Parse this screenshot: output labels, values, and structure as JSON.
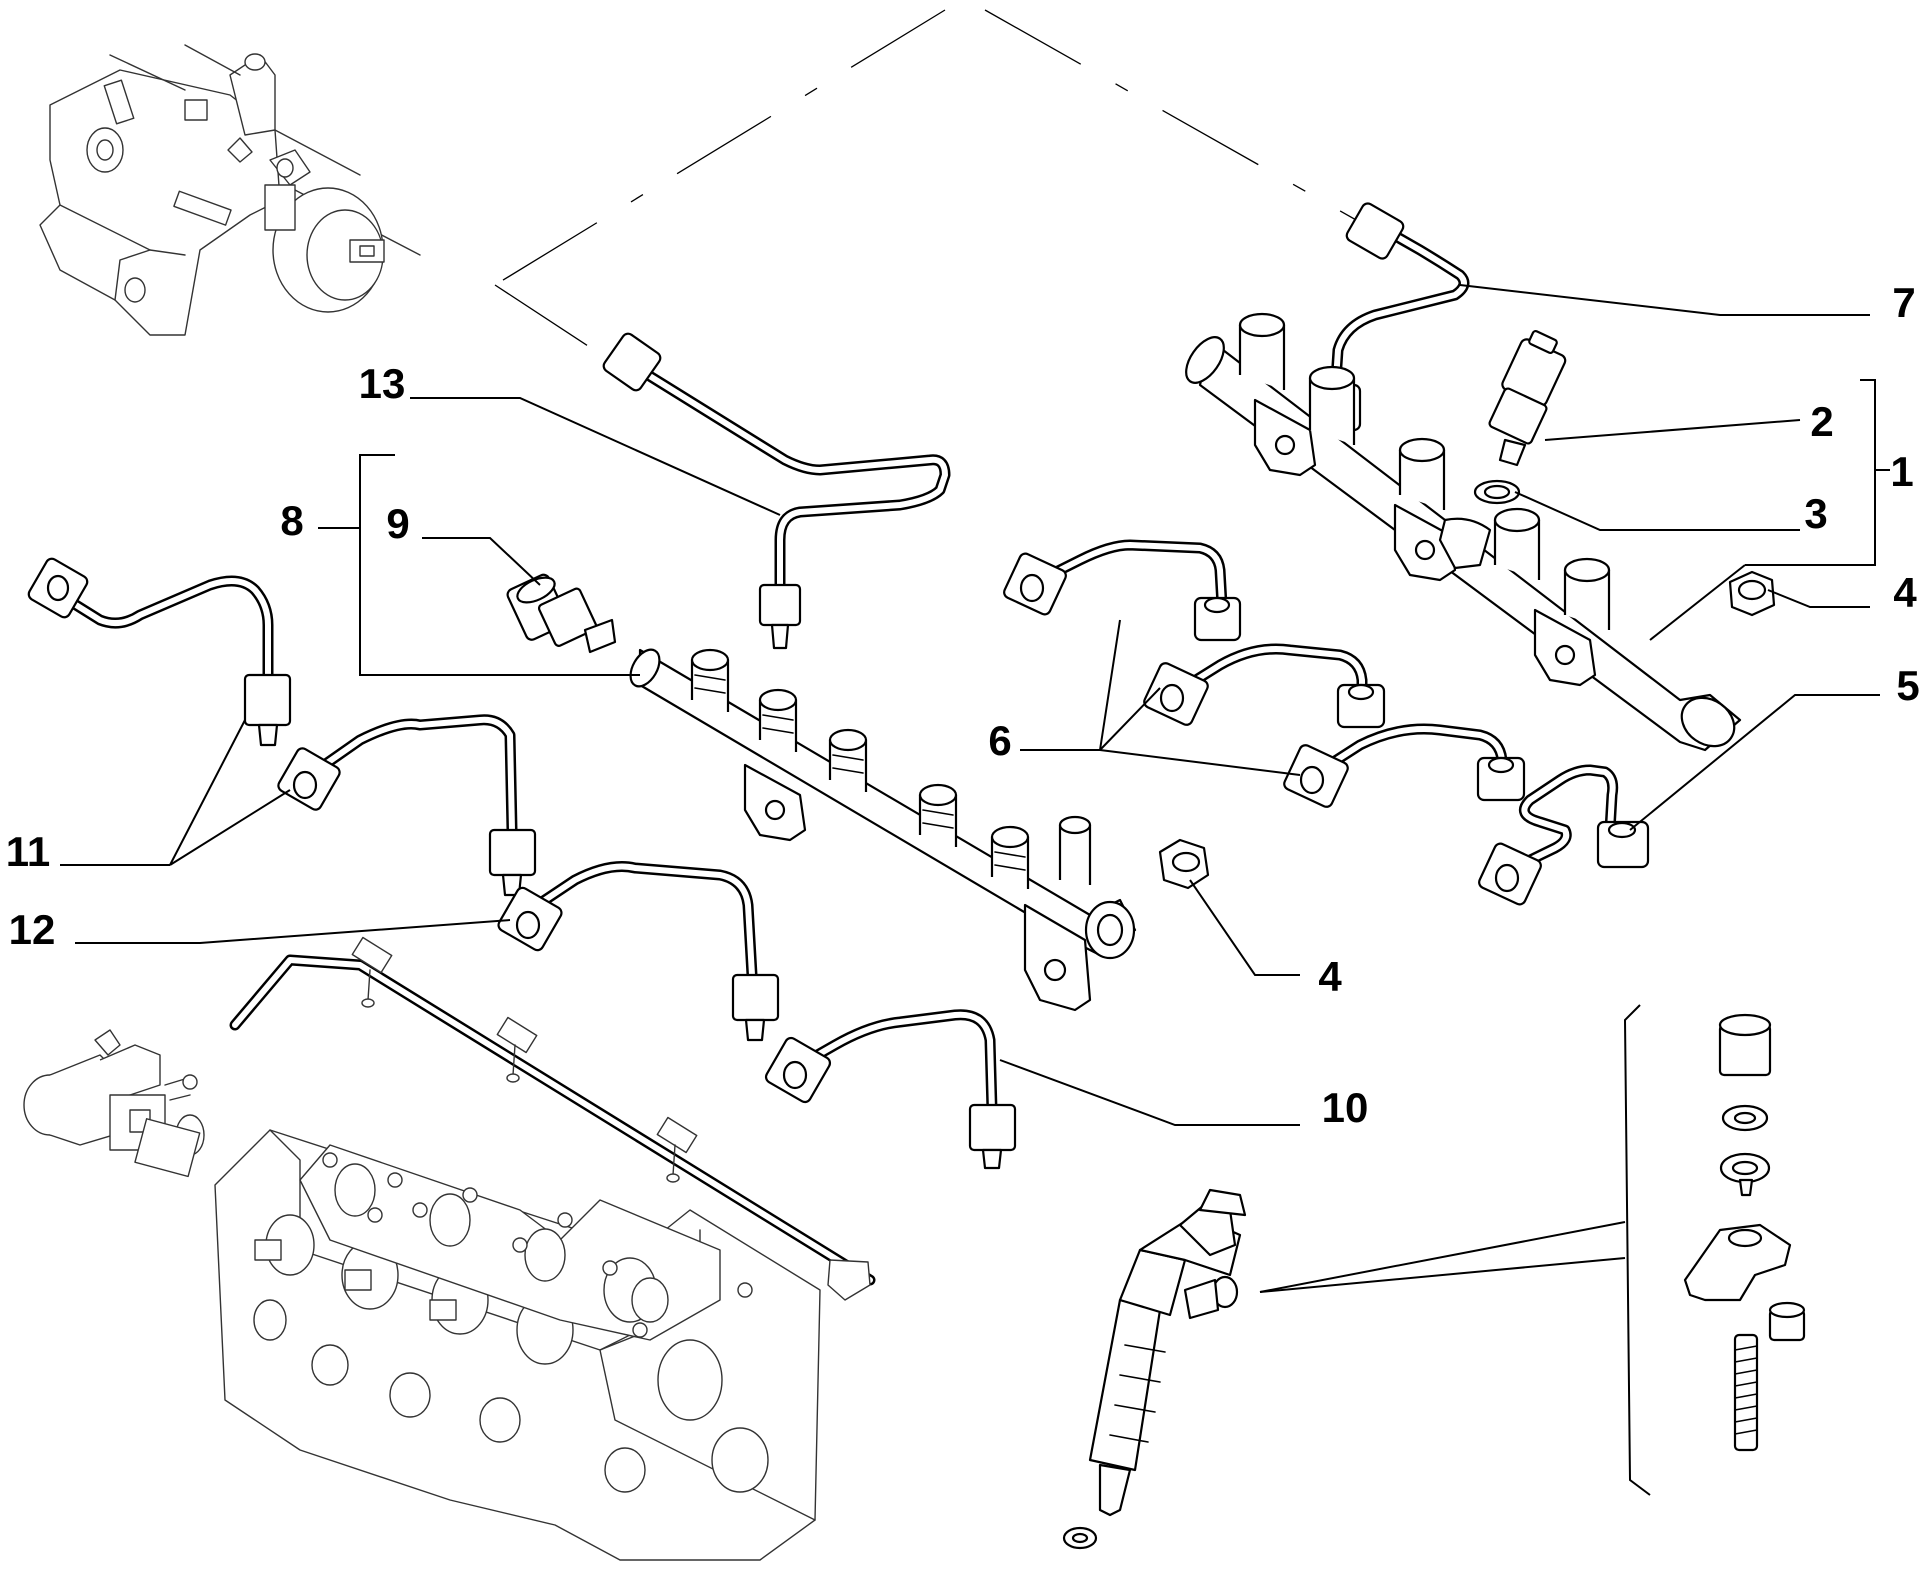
{
  "callouts": [
    {
      "id": "c1",
      "number": "1"
    },
    {
      "id": "c2",
      "number": "2"
    },
    {
      "id": "c3",
      "number": "3"
    },
    {
      "id": "c4a",
      "number": "4"
    },
    {
      "id": "c4b",
      "number": "4"
    },
    {
      "id": "c5",
      "number": "5"
    },
    {
      "id": "c6",
      "number": "6"
    },
    {
      "id": "c7",
      "number": "7"
    },
    {
      "id": "c8",
      "number": "8"
    },
    {
      "id": "c9",
      "number": "9"
    },
    {
      "id": "c10",
      "number": "10"
    },
    {
      "id": "c11",
      "number": "11"
    },
    {
      "id": "c12",
      "number": "12"
    },
    {
      "id": "c13",
      "number": "13"
    }
  ]
}
